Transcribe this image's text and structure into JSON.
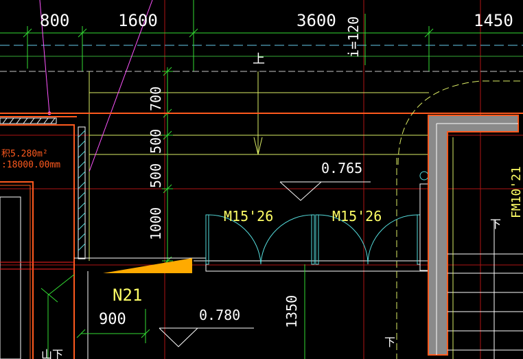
{
  "dimensions_top": [
    "800",
    "1600",
    "3600",
    "1450"
  ],
  "dimension_i": "i=120",
  "up_mark": "上",
  "dimensions_vertical": [
    "700",
    "500",
    "500",
    "1000"
  ],
  "area_text": "积5.280m²",
  "length_text": ":18000.00mm",
  "elevations": [
    "0.765",
    "0.780"
  ],
  "doors": [
    "M15'26",
    "M15'26"
  ],
  "room_code": "N21",
  "dimension_900": "900",
  "dimension_1350": "1350",
  "door_right": "FM10'21",
  "down_mark_right": "下",
  "down_mark_bottom": "下",
  "bottom_left_text": "山下",
  "colors": {
    "background": "#000000",
    "dim_text": "#ffffff",
    "green": "#33dd33",
    "yellow": "#ffff66",
    "orange": "#ff5a1e",
    "red": "#ff2222",
    "cyan": "#55dddd",
    "magenta": "#ff55ff",
    "wall_gray": "#8a8a8a",
    "fill_orange": "#ffaa00"
  }
}
